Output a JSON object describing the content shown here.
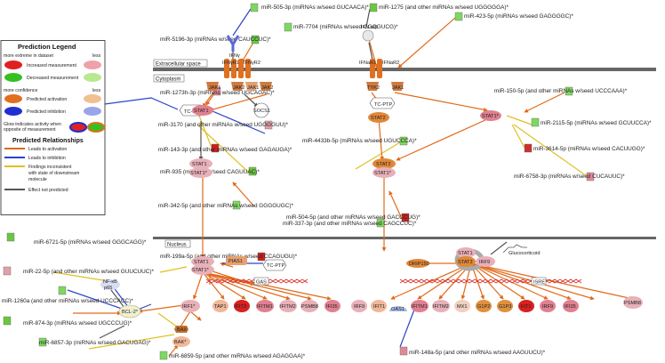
{
  "compartments": {
    "extracellular": "Extracellular space",
    "cytoplasm": "Cytoplasm",
    "nucleus": "Nucleus"
  },
  "legend": {
    "title": "Prediction Legend",
    "more_extreme": "more extreme in dataset",
    "less": "less",
    "increased": "Increased measurement",
    "decreased": "Decreased measurement",
    "more_confidence": "more confidence",
    "less2": "less",
    "pred_activation": "Predicted activation",
    "pred_inhibition": "Predicted inhibition",
    "glow1": "Glow indicates activity when",
    "glow2": "opposite of measurement",
    "relationships_title": "Predicted Relationships",
    "leads_activation": "Leads to activation",
    "leads_inhibition": "Leads to inhibition",
    "findings1": "Findings inconsistent",
    "findings2": "with state of downstream",
    "findings3": "molecule",
    "effect": "Effect not predicted"
  },
  "colors": {
    "increased": "#e02020",
    "increased_light": "#f0a0a8",
    "decreased": "#35c020",
    "decreased_light": "#b8e890",
    "activation": "#e07020",
    "activation_light": "#f0c090",
    "inhibition": "#2030d0",
    "inhibition_light": "#9aa4e8",
    "edge_activation": "#e06a1a",
    "edge_inhibition": "#2a44c8",
    "edge_inconsistent": "#e0c020",
    "edge_none": "#555555",
    "membrane": "#666666"
  },
  "mirnas": [
    {
      "label": "miR-505-3p (miRNAs w/seed GUCAACA)*",
      "color": "#7ed860"
    },
    {
      "label": "miR-1275 (and other miRNAs w/seed UGGGGGA)*",
      "color": "#6ac840"
    },
    {
      "label": "miR-423-5p (miRNAs w/seed GAGGGGC)*",
      "color": "#7ed860"
    },
    {
      "label": "miR-5196-3p (miRNAs w/seed CAUCCUC)*",
      "color": "#6ac840"
    },
    {
      "label": "miR-7704 (miRNAs w/seed GGGGUCG)*",
      "color": "#7ed860"
    },
    {
      "label": "miR-1273h-3p (miRNAs w/seed UGCAGAC)*",
      "color": "#e08898"
    },
    {
      "label": "miR-150-5p (and other miRNAs w/seed UCCCAAA)*",
      "color": "#7ed860"
    },
    {
      "label": "miR-3170 (and other miRNAs w/seed UGGGGUU)*",
      "color": "#e0a0a8"
    },
    {
      "label": "miR-2115-5p (miRNAs w/seed GCUUCCA)*",
      "color": "#7ed860"
    },
    {
      "label": "miR-143-3p (and other miRNAs w/seed GAGAUGA)*",
      "color": "#cc2020"
    },
    {
      "label": "miR-3614-5p (miRNAs w/seed CACUUGG)*",
      "color": "#cc3030"
    },
    {
      "label": "miR-4433b-5p (miRNAs w/seed UGUCCCA)*",
      "color": "#7ed860"
    },
    {
      "label": "miR-935 (miRNAs w/seed CAGUUAC)*",
      "color": "#6ac840"
    },
    {
      "label": "miR-6758-3p (miRNAs w/seed CUCAUUC)*",
      "color": "#e08898"
    },
    {
      "label": "miR-504-5p (and other miRNAs w/seed GACCCUG)*",
      "color": "#cc2020"
    },
    {
      "label": "miR-342-5p (and other miRNAs w/seed GGGGUGC)*",
      "color": "#7ed860"
    },
    {
      "label": "miR-337-3p (and other miRNAs w/seed CAGCCUC)*",
      "color": "#7ed860"
    },
    {
      "label": "miR-6721-5p (miRNAs w/seed GGGCAGG)*",
      "color": "#6ac840"
    },
    {
      "label": "miR-199a-5p (and other miRNAs w/seed CCAGUGU)*",
      "color": "#cc2020"
    },
    {
      "label": "miR-22-5p (and other miRNAs w/seed GUUCUUC)*",
      "color": "#e0a0a8"
    },
    {
      "label": "miR-1260a (and other miRNAs w/seed UCCCACC)*",
      "color": "#7ed860"
    },
    {
      "label": "miR-874-3p (miRNAs w/seed UGCCCUG)*",
      "color": "#6ac840"
    },
    {
      "label": "miR-6857-3p (miRNAs w/seed GACUGAG)*",
      "color": "#7ed860"
    },
    {
      "label": "miR-6859-5p (and other miRNAs w/seed AGAGGAA)*",
      "color": "#7ed860"
    },
    {
      "label": "miR-148a-5p (and other miRNAs w/seed AAGUUCU)*",
      "color": "#e08898"
    }
  ],
  "genes": {
    "ifng": "IFNγ",
    "ifna": "IFN α/β",
    "ifngr1": "IFNγR1",
    "ifngr2": "IFNγR2",
    "ifnar1": "IFNaR1",
    "ifnar2": "IFNaR2",
    "jak1a": "JAK1",
    "jak2a": "JAK2",
    "jak1b": "JAK1",
    "jak2b": "JAK2",
    "tyk2": "TYK2",
    "jak1c": "JAK1",
    "tcptp1": "TC-PTP",
    "stat1a": "STAT1",
    "socs1": "SOCS1",
    "stat2": "STAT2",
    "stat1b": "STAT1*",
    "stat1d1": "STAT1",
    "stat1d2": "STAT1*",
    "stat3a": "STAT2",
    "stat3b": "STAT1*",
    "pias1": "PIAS1",
    "tcptp2": "TC-PTP",
    "stat1n1": "STAT1",
    "stat1n2": "STAT1*",
    "gas": "GAS",
    "glucocorticoid": "Glucocorticoid",
    "stat1n3": "STAT1",
    "stat2n": "STAT2",
    "irf9a": "IRF9",
    "drip": "DRIP150",
    "isre": "ISRE",
    "nfkb": "NF-κB",
    "p65": "p65",
    "bcl2": "BCL-2*",
    "irf1": "IRF1*",
    "bax": "BAX",
    "bak": "BAK*",
    "t_tap1": "TAP1",
    "t_ifit3a": "IFIT3",
    "t_ifitm1a": "IFITM1",
    "t_ifitm2a": "IFITM2",
    "t_psmb8a": "PSMB8",
    "t_ifi35a": "IFI35",
    "t_irf9": "IRF9",
    "t_ifit1a": "IFIT1",
    "t_oas1": "OAS1",
    "t_ifitm1b": "IFITM1",
    "t_ifitm2b": "IFITM2",
    "t_mx1": "MX1",
    "t_g1p2": "G1P2",
    "t_g1p3": "G1P3",
    "t_ifit1b": "FIT1",
    "t_irf9b": "IRF9",
    "t_ifi35b": "IFI35",
    "t_psmb8b": "PSMB8"
  }
}
